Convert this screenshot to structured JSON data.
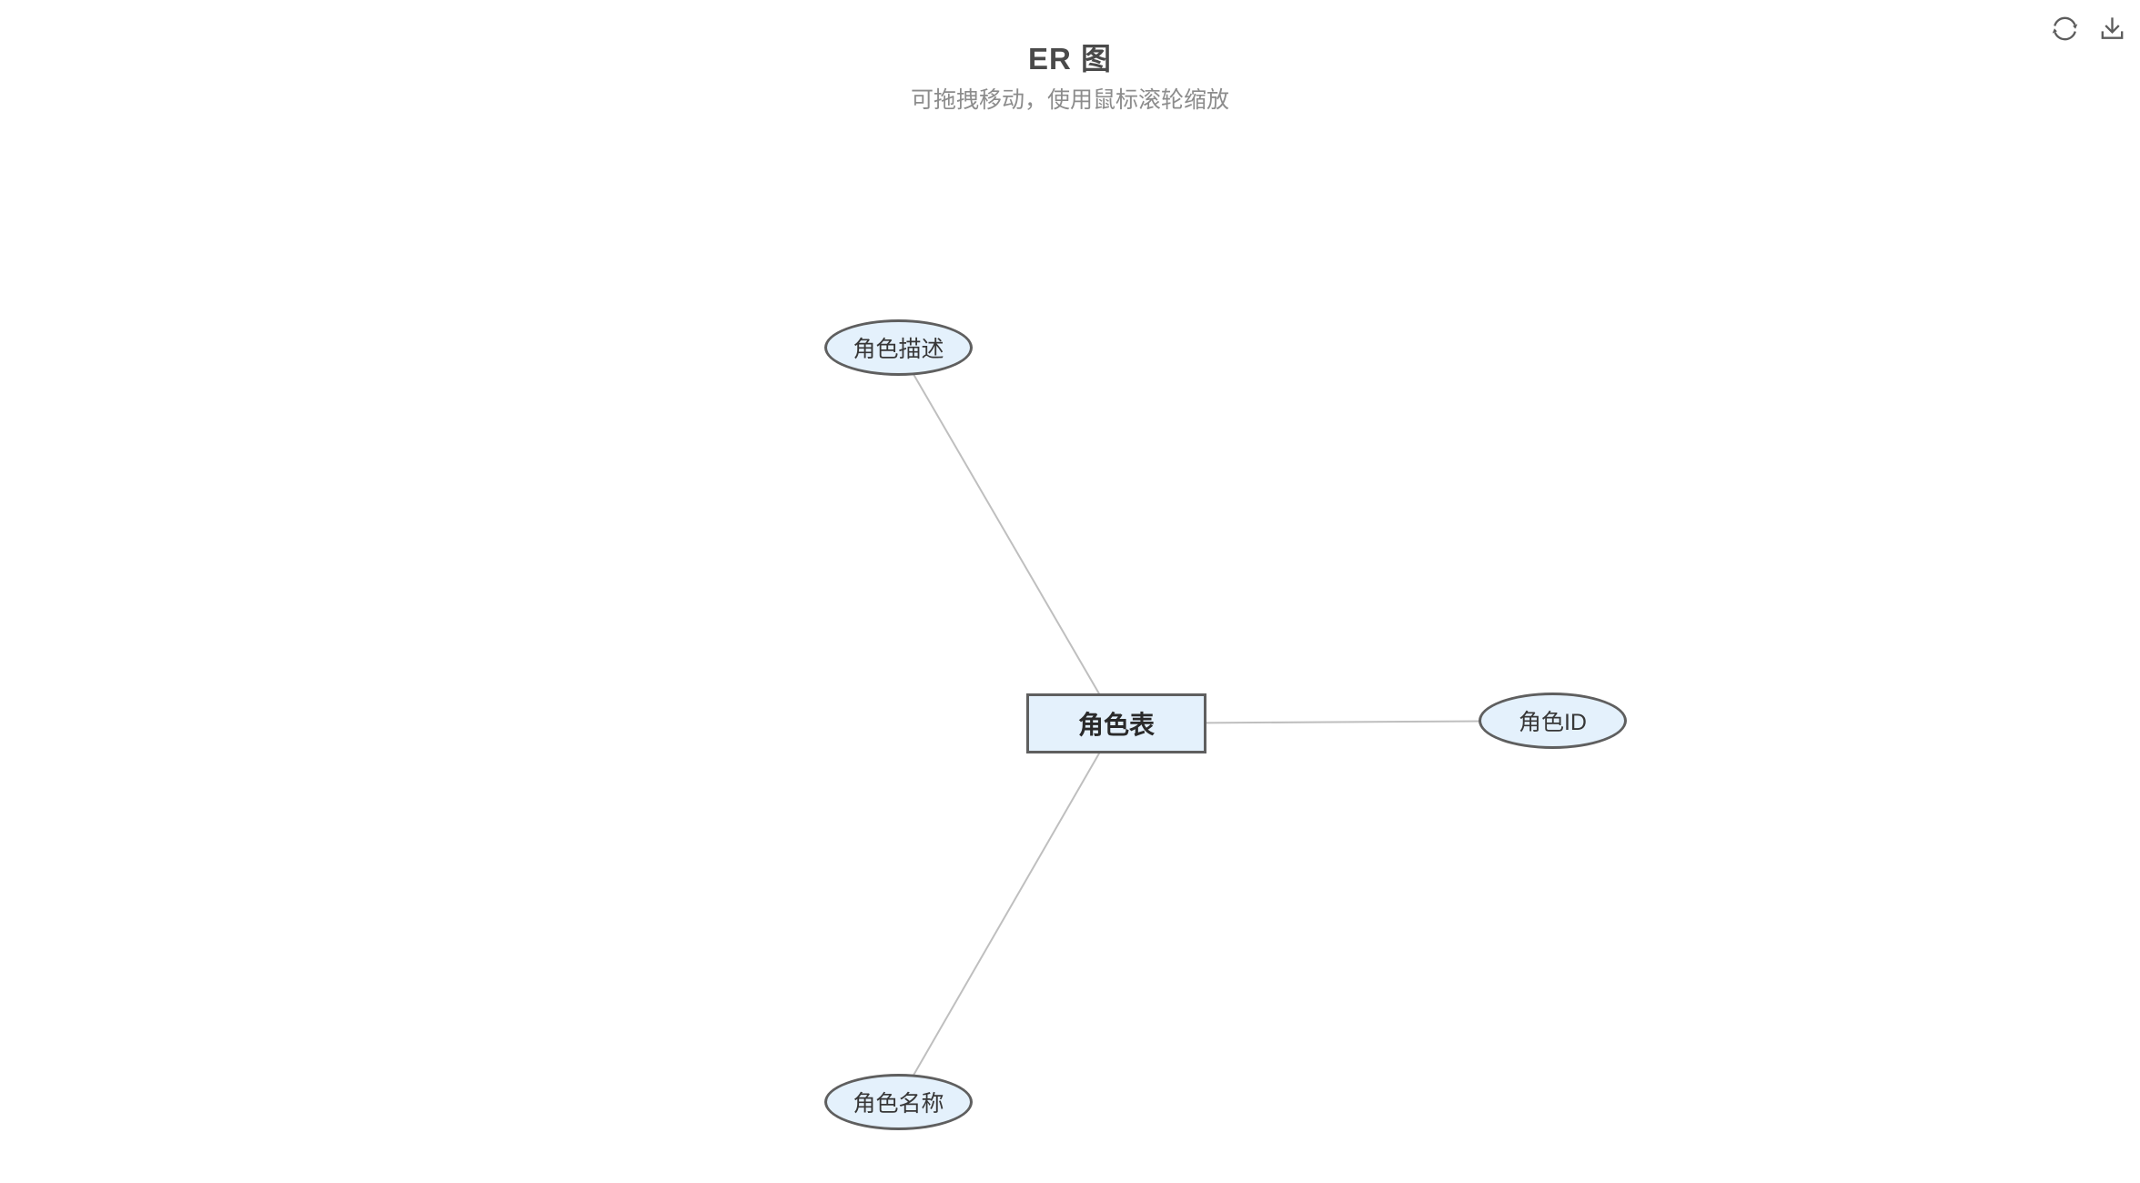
{
  "header": {
    "title": "ER 图",
    "subtitle": "可拖拽移动，使用鼠标滚轮缩放"
  },
  "toolbar": {
    "buttons": [
      {
        "name": "refresh",
        "icon": "refresh-icon"
      },
      {
        "name": "download",
        "icon": "download-icon"
      }
    ]
  },
  "diagram": {
    "entity": {
      "label": "角色表",
      "shape": "rectangle"
    },
    "attributes": [
      {
        "label": "角色描述",
        "shape": "ellipse",
        "position": "top-left"
      },
      {
        "label": "角色ID",
        "shape": "ellipse",
        "position": "right"
      },
      {
        "label": "角色名称",
        "shape": "ellipse",
        "position": "bottom-left"
      }
    ],
    "edges": [
      {
        "from": "角色表",
        "to": "角色描述"
      },
      {
        "from": "角色表",
        "to": "角色ID"
      },
      {
        "from": "角色表",
        "to": "角色名称"
      }
    ],
    "colors": {
      "node_fill": "#e4f1fc",
      "node_border": "#5f5f5f",
      "edge_line": "#bfbfbf",
      "entity_text": "#2a2a2a",
      "attribute_text": "#373737",
      "title_text": "#4a4a4a",
      "subtitle_text": "#8c8c8c",
      "icon": "#5c5c5c",
      "background": "#ffffff"
    }
  }
}
